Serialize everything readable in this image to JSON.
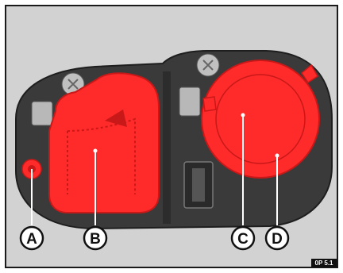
{
  "figure": {
    "callouts": [
      {
        "id": "A",
        "label": "A"
      },
      {
        "id": "B",
        "label": "B"
      },
      {
        "id": "C",
        "label": "C"
      },
      {
        "id": "D",
        "label": "D"
      }
    ],
    "figure_code": "0P 5.1"
  },
  "colors": {
    "background": "#d2d2d2",
    "housing": "#3a3a3a",
    "housing_dark": "#2c2c2c",
    "highlight_red": "#ff2a2a",
    "highlight_red_dark": "#c81818",
    "socket_grey": "#b8b8b8"
  }
}
